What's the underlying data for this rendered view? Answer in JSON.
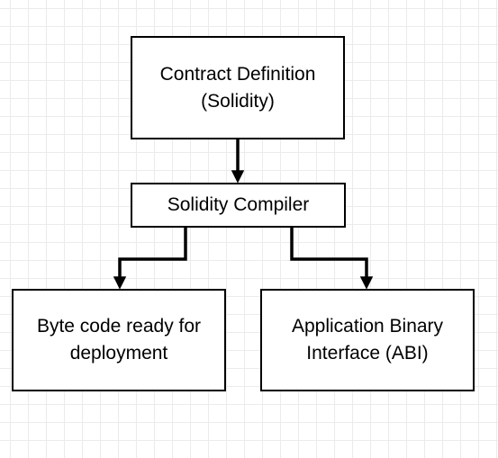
{
  "diagram": {
    "nodes": {
      "contract": {
        "line1": "Contract Definition",
        "line2": "(Solidity)"
      },
      "compiler": {
        "line1": "Solidity Compiler"
      },
      "bytecode": {
        "line1": "Byte code ready for",
        "line2": "deployment"
      },
      "abi": {
        "line1": "Application Binary",
        "line2": "Interface (ABI)"
      }
    },
    "edges": [
      {
        "from": "contract",
        "to": "compiler"
      },
      {
        "from": "compiler",
        "to": "bytecode"
      },
      {
        "from": "compiler",
        "to": "abi"
      }
    ],
    "colors": {
      "stroke": "#000000",
      "fill": "#ffffff",
      "grid": "#ebebeb"
    }
  }
}
